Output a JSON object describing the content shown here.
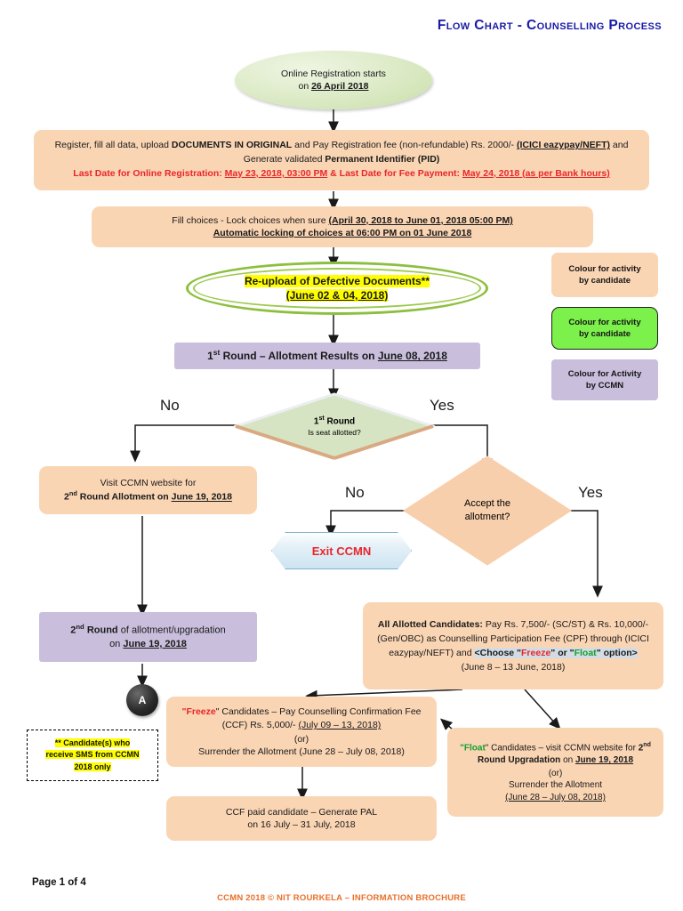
{
  "title": "Flow Chart - Counselling Process",
  "nodes": {
    "start": {
      "line1": "Online Registration starts",
      "line2_prefix": "on ",
      "line2_date": "26 April 2018"
    },
    "register": {
      "l1_a": "Register, fill all data, upload ",
      "l1_b": "DOCUMENTS IN ORIGINAL",
      "l1_c": " and Pay Registration fee (non-refundable) Rs. 2000/- ",
      "l1_d": "(ICICI eazypay/NEFT)",
      "l1_e": " and Generate validated ",
      "l1_f": "Permanent Identifier (PID)",
      "l2_a": "Last Date for Online Registration: ",
      "l2_b": "May 23, 2018, 03:00 PM",
      "l2_c": " & Last Date for Fee Payment: ",
      "l2_d": "May 24, 2018 (as per Bank hours)"
    },
    "fill_choices": {
      "l1_a": "Fill choices - Lock choices when sure ",
      "l1_b": "(April 30, 2018 to June 01, 2018 05:00 PM)",
      "l2": "Automatic locking of choices at 06:00 PM on 01 June 2018"
    },
    "reupload": {
      "l1": "Re-upload of Defective Documents**",
      "l2": "(June 02 & 04, 2018)"
    },
    "round1_result": {
      "a": "1",
      "sup": "st",
      "b": " Round – Allotment Results on ",
      "c": "June 08, 2018"
    },
    "decision1": {
      "l1_a": "1",
      "l1_sup": "st",
      "l1_b": " Round",
      "l2": "Is seat allotted?"
    },
    "decision1_no": "No",
    "decision1_yes": "Yes",
    "visit_ccmn": {
      "l1": "Visit CCMN website for",
      "l2_a": "2",
      "l2_sup": "nd",
      "l2_b": " Round Allotment on ",
      "l2_c": "June 19, 2018"
    },
    "decision2": {
      "l1": "Accept the",
      "l2": "allotment?"
    },
    "decision2_no": "No",
    "decision2_yes": "Yes",
    "exit": "Exit CCMN",
    "round2": {
      "l1_a": "2",
      "l1_sup": "nd",
      "l1_b": " Round",
      "l1_c": " of allotment/upgradation",
      "l2_a": "on ",
      "l2_b": "June 19, 2018"
    },
    "connector_a": "A",
    "all_allotted": {
      "l1_a": "All Allotted Candidates:",
      "l1_b": " Pay Rs. 7,500/- (SC/ST) & Rs. 10,000/- (Gen/OBC) as Counselling Participation Fee (CPF) through (ICICI eazypay/NEFT) and ",
      "l1_c": "<Choose \"",
      "l1_freeze": "Freeze",
      "l1_d": "\" or \"",
      "l1_float": "Float",
      "l1_e": "\" option>",
      "l2": "(June 8 – 13 June, 2018)"
    },
    "freeze_box": {
      "l1_q1": "\"",
      "l1_freeze": "Freeze",
      "l1_q2": "\" Candidates – Pay Counselling Confirmation Fee (CCF) Rs. 5,000/- ",
      "l1_date": "(July 09 – 13, 2018)",
      "l2": "(or)",
      "l3": "Surrender the Allotment (June 28 – July 08, 2018)"
    },
    "float_box": {
      "l1_q1": "\"",
      "l1_float": "Float",
      "l1_q2": "\" Candidates – visit CCMN website for ",
      "l1_b": "2",
      "l1_sup": "nd",
      "l1_c": " Round Upgradation",
      "l1_d": " on ",
      "l1_date": "June 19, 2018",
      "l2": "(or)",
      "l3": "Surrender the Allotment",
      "l4": "(June 28 – July 08, 2018)"
    },
    "ccf_paid": {
      "l1": "CCF paid candidate – Generate PAL",
      "l2": "on 16 July – 31 July, 2018"
    },
    "note": {
      "l1": "** Candidate(s) who",
      "l2": "receive SMS from CCMN",
      "l3": "2018 only"
    }
  },
  "legend": [
    {
      "l1": "Colour for activity",
      "l2": "by candidate",
      "color": "#fad5b4"
    },
    {
      "l1": "Colour for activity",
      "l2": "by candidate",
      "color": "#7cf04b"
    },
    {
      "l1": "Colour for Activity",
      "l2": "by CCMN",
      "color": "#c9bfdd"
    }
  ],
  "footer": {
    "page_number": "Page 1 of 4",
    "note": "CCMN 2018 © NIT ROURKELA – INFORMATION BROCHURE"
  },
  "colors": {
    "title": "#1a1aa8",
    "peach": "#fad5b4",
    "purple": "#c9bfdd",
    "green": "#7cf04b",
    "red": "#e8262b",
    "footer_orange": "#e8702a",
    "highlight_yellow": "#ffff00"
  }
}
